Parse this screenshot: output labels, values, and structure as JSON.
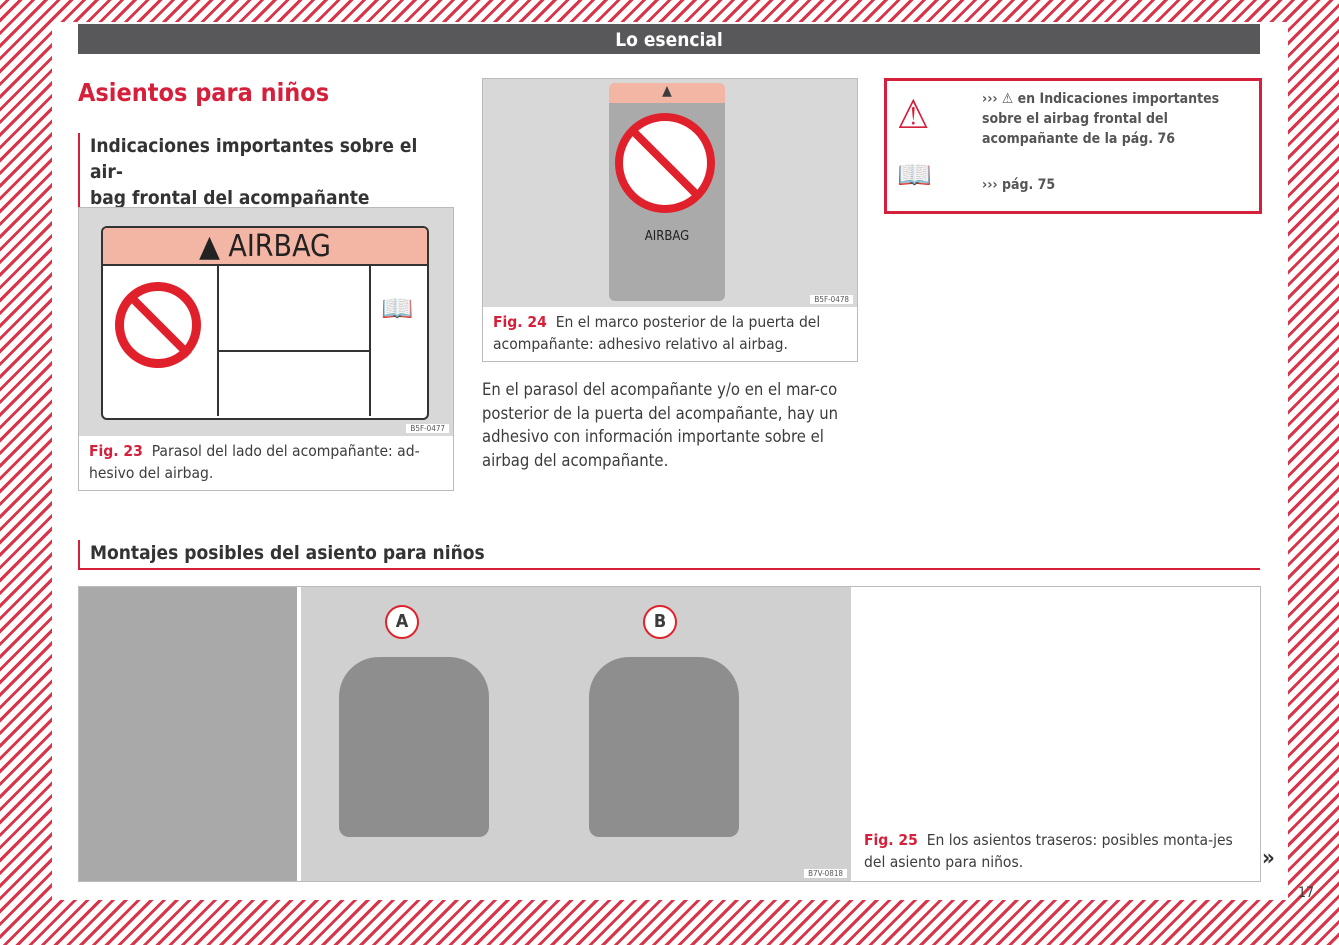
{
  "header": {
    "title": "Lo esencial"
  },
  "section_title": "Asientos para niños",
  "subsection1": {
    "title": "Indicaciones importantes sobre el air-bag frontal del acompañante",
    "line1": "Indicaciones importantes sobre el air-",
    "line2": "bag frontal del acompañante"
  },
  "fig23": {
    "label": "Fig. 23",
    "caption": "Parasol del lado del acompañante: ad-hesivo del airbag.",
    "code": "B5F-0477",
    "sticker_text": "AIRBAG"
  },
  "fig24": {
    "label": "Fig. 24",
    "caption": "En el marco posterior de la puerta del acompañante: adhesivo relativo al airbag.",
    "code": "B5F-0478",
    "sticker_text": "AIRBAG"
  },
  "body_text": "En el parasol del acompañante y/o en el mar-co posterior de la puerta del acompañante, hay un adhesivo con información importante sobre el airbag del acompañante.",
  "infobox": {
    "warning_ref": "››› ⚠ en Indicaciones importantes sobre el airbag frontal del acompañante de la pág. 76",
    "page_ref": "››› pág. 75"
  },
  "subsection2": {
    "title": "Montajes posibles del asiento para niños"
  },
  "fig25": {
    "label": "Fig. 25",
    "caption": "En los asientos traseros: posibles monta-jes del asiento para niños.",
    "code": "B7V-0818",
    "marker_a": "A",
    "marker_b": "B"
  },
  "continue_mark": "»",
  "page_number": "17"
}
